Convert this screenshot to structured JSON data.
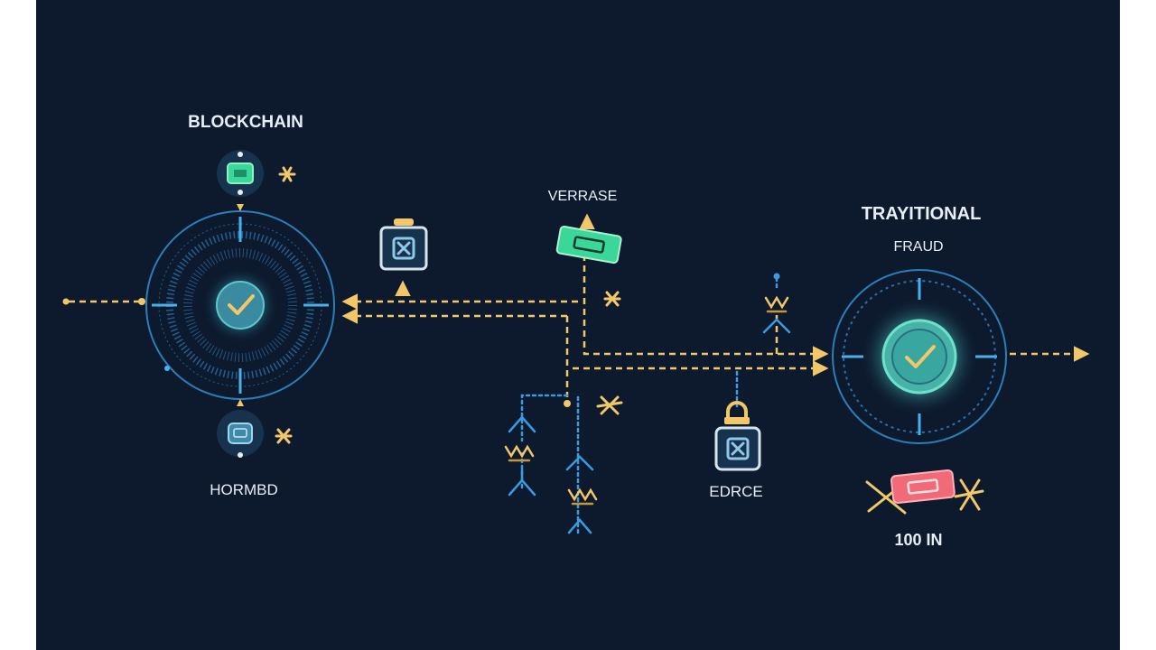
{
  "labels": {
    "blockchain": "BLOCKCHAIN",
    "hormbd": "HORMBD",
    "verrase": "VERRASE",
    "traditional": "TRAYITIONAL",
    "fraud": "FRAUD",
    "edrce": "EDRCE",
    "count": "100 IN"
  },
  "colors": {
    "background": "#0d1a2e",
    "flow_line": "#f2c76a",
    "network_line": "#3a9be0",
    "hub_glow": "#57c7c0",
    "check": "#f2c76a",
    "token_green": "#3ad69a",
    "token_red": "#f06a78",
    "node_blue": "#2a7fb8"
  },
  "icons": {
    "left_hub": "checkmark-hub-icon",
    "right_hub": "checkmark-hub-icon",
    "top_node": "chip-icon",
    "bottom_node": "chip-icon",
    "left_lock": "padlock-x-icon",
    "center_lock": "padlock-x-icon",
    "verify_token": "ticket-icon",
    "fraud_token": "ticket-icon",
    "crossed_marks": "x-mark-icon",
    "network_nodes": "branch-icon"
  }
}
